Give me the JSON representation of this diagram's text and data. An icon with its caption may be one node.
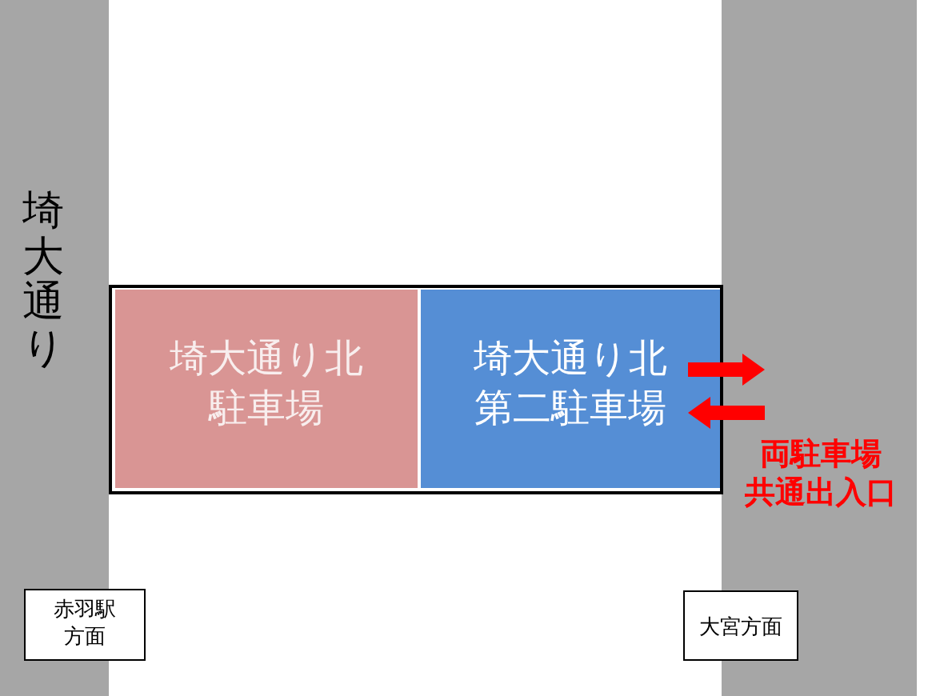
{
  "diagram": {
    "nodes": [
      {
        "text": [
          "埼大通り"
        ]
      },
      {
        "text": [
          "両駐車場共通出入口"
        ]
      },
      {
        "text": [],
        "shape": "box"
      },
      {
        "text": [
          "埼大通り北駐車場"
        ],
        "in": 2
      },
      {
        "text": [
          "埼大通り北第二駐車場"
        ],
        "in": 2
      },
      {
        "text": [
          "赤羽駅方面"
        ]
      },
      {
        "text": [
          "大宮方面"
        ]
      }
    ],
    "edges": [
      {
        "from": 4,
        "to": 1,
        "arrow": "to",
        "color": "#ff0000"
      },
      {
        "from": 1,
        "to": 4,
        "arrow": "to",
        "color": "#ff0000"
      }
    ]
  }
}
